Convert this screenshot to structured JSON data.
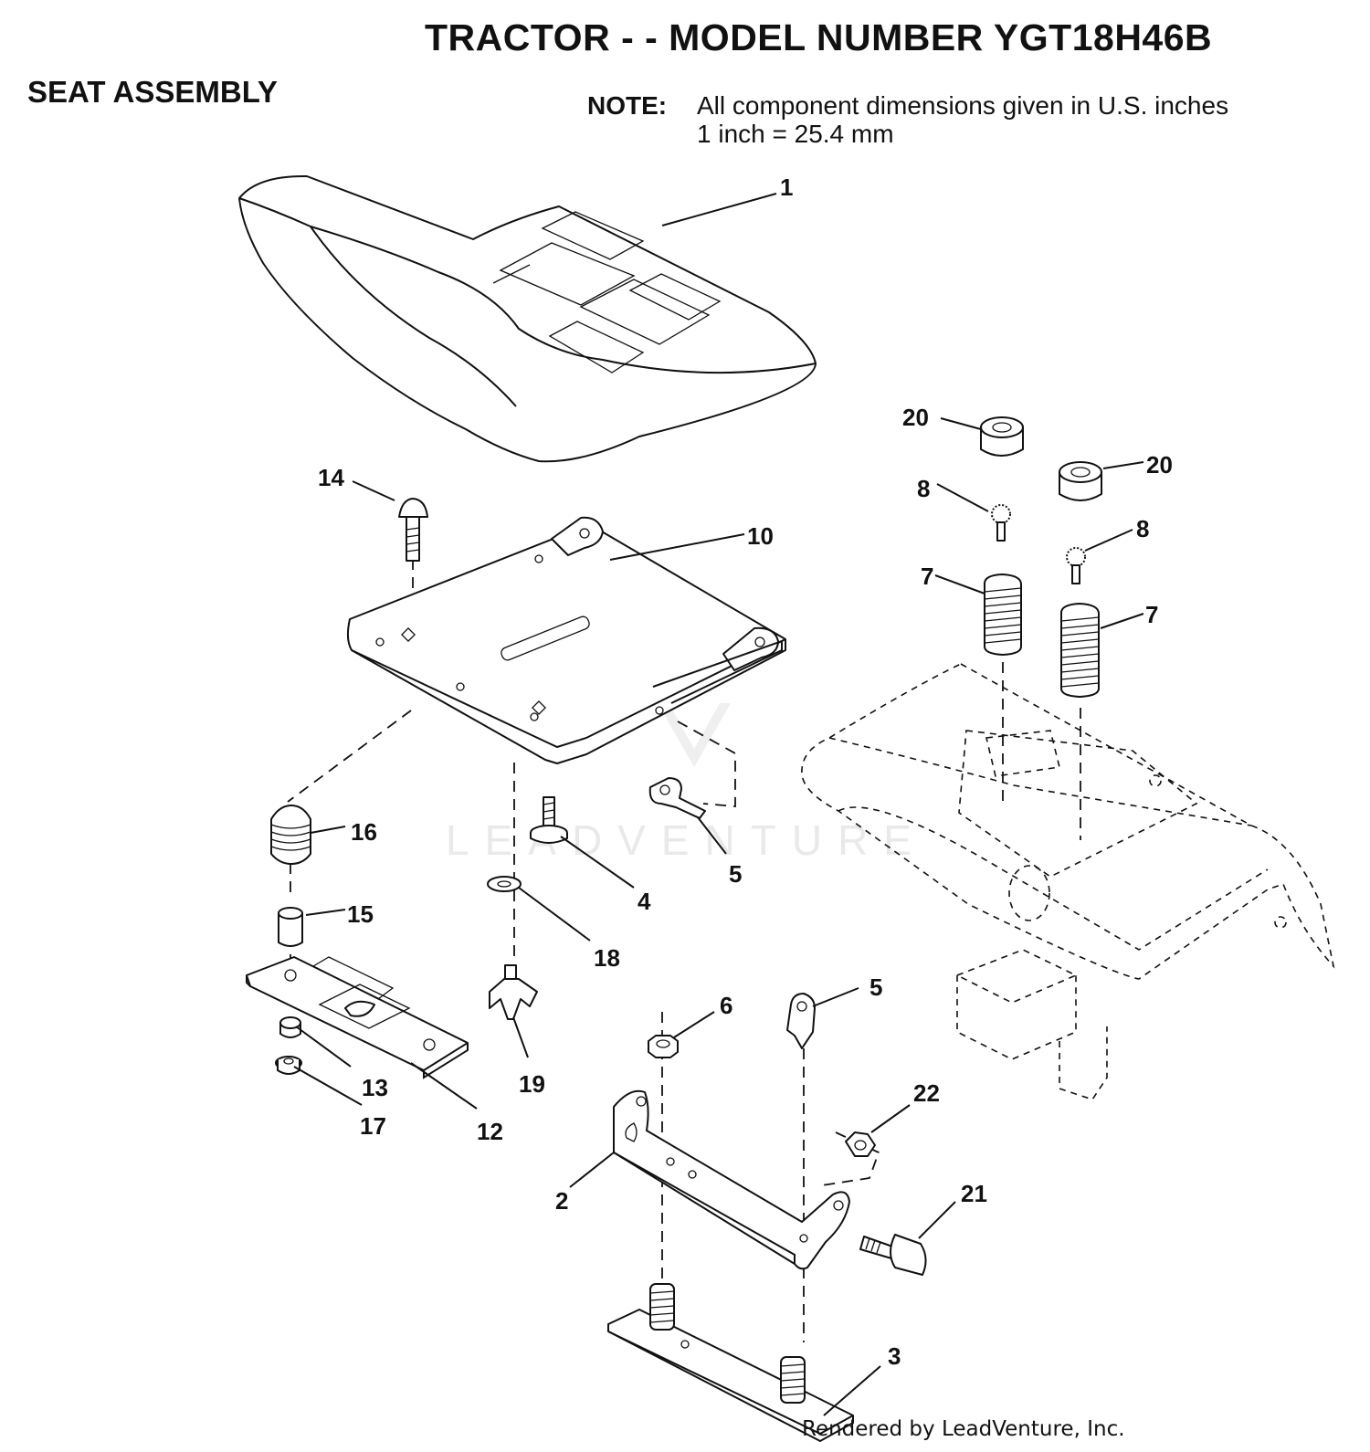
{
  "header": {
    "title": "TRACTOR - - MODEL NUMBER YGT18H46B",
    "section": "SEAT ASSEMBLY"
  },
  "note": {
    "label": "NOTE:",
    "line1": "All component dimensions given in U.S. inches",
    "line2": "1 inch = 25.4 mm"
  },
  "diagram": {
    "watermark": "LEADVENTURE",
    "callouts": {
      "c1": "1",
      "c2": "2",
      "c3": "3",
      "c4": "4",
      "c5a": "5",
      "c5b": "5",
      "c6": "6",
      "c7a": "7",
      "c7b": "7",
      "c8a": "8",
      "c8b": "8",
      "c10": "10",
      "c12": "12",
      "c13": "13",
      "c14": "14",
      "c15": "15",
      "c16": "16",
      "c17": "17",
      "c18": "18",
      "c19": "19",
      "c20a": "20",
      "c20b": "20",
      "c21": "21",
      "c22": "22"
    }
  },
  "footer": {
    "credit": "Rendered by LeadVenture, Inc."
  }
}
